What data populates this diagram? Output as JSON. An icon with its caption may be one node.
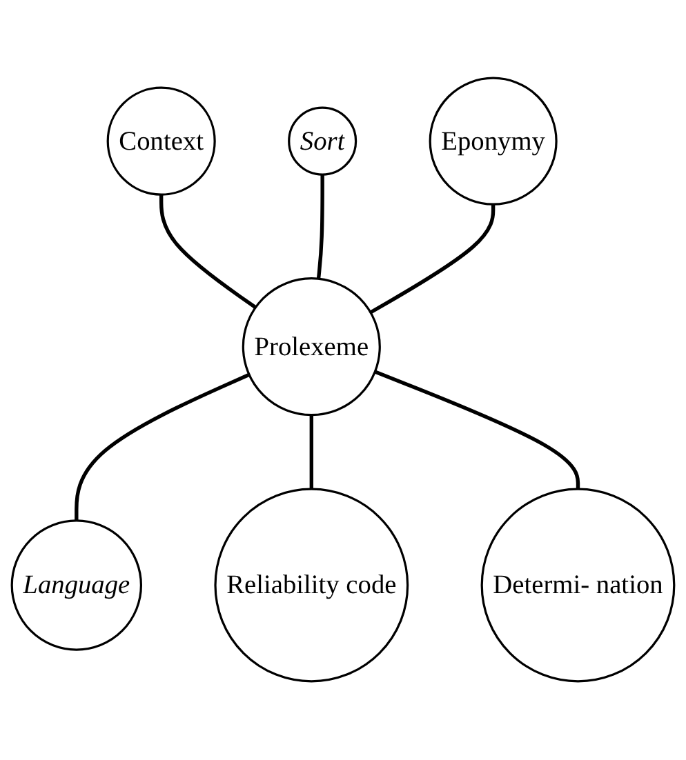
{
  "diagram": {
    "nodes": [
      {
        "text": [
          "Context"
        ]
      },
      {
        "text": [
          "Sort"
        ]
      },
      {
        "text": [
          "Eponymy"
        ]
      },
      {
        "text": [
          "Prolexeme"
        ]
      },
      {
        "text": [
          "Language"
        ]
      },
      {
        "text": [
          "Reliability code"
        ]
      },
      {
        "text": [
          "Determi- nation"
        ]
      }
    ],
    "edges": [
      {
        "from": 3,
        "to": 0,
        "arrow": "none"
      },
      {
        "from": 3,
        "to": 1,
        "arrow": "none"
      },
      {
        "from": 3,
        "to": 2,
        "arrow": "none"
      },
      {
        "from": 3,
        "to": 4,
        "arrow": "none"
      },
      {
        "from": 3,
        "to": 5,
        "arrow": "none"
      },
      {
        "from": 3,
        "to": 6,
        "arrow": "none"
      }
    ]
  }
}
